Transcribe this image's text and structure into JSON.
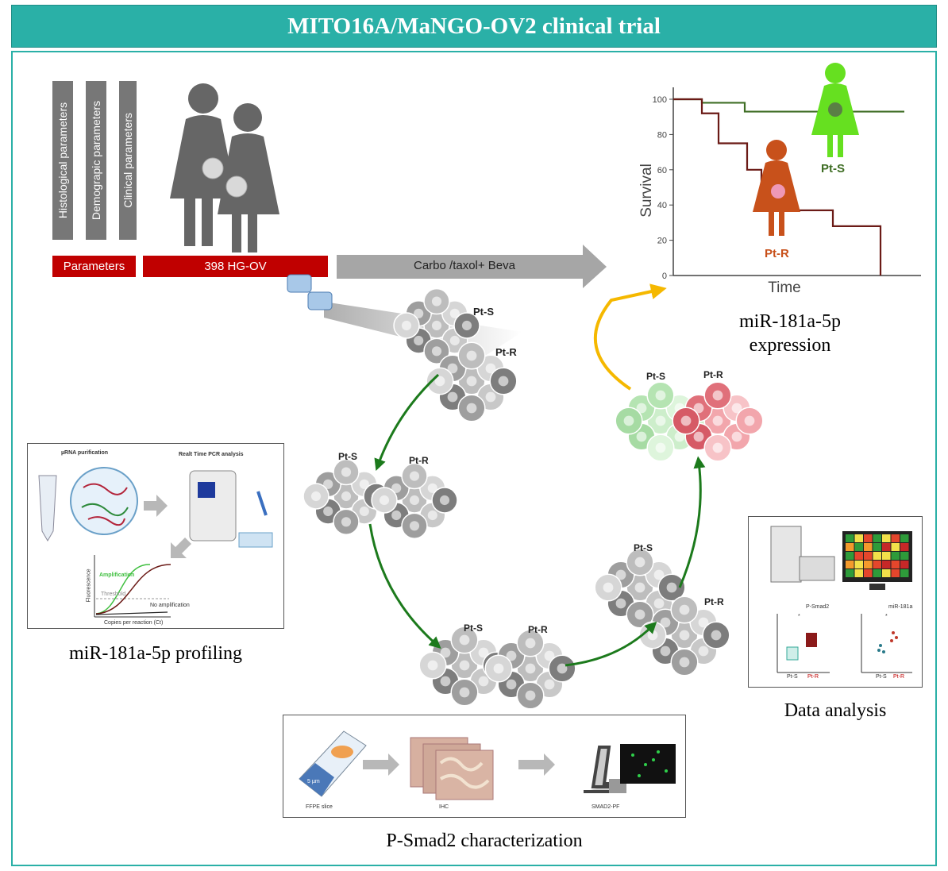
{
  "title": "MITO16A/MaNGO-OV2 clinical trial",
  "parameters": {
    "items": [
      "Histological parameters",
      "Demograpic parameters",
      "Clinical parameters"
    ],
    "label": "Parameters",
    "cohort": "398 HG-OV"
  },
  "treatment": "Carbo /taxol+ Beva",
  "chart_data": {
    "type": "line",
    "xlabel": "Time",
    "ylabel": "Survival",
    "y_ticks": [
      0,
      20,
      40,
      60,
      80,
      100
    ],
    "ylim": [
      0,
      100
    ],
    "series": [
      {
        "name": "Pt-S",
        "color": "#3f6e25",
        "points": [
          [
            0,
            100
          ],
          [
            0.12,
            100
          ],
          [
            0.12,
            98
          ],
          [
            0.3,
            98
          ],
          [
            0.3,
            93
          ],
          [
            0.97,
            93
          ]
        ]
      },
      {
        "name": "Pt-R",
        "color": "#6b1a16",
        "points": [
          [
            0,
            100
          ],
          [
            0.12,
            100
          ],
          [
            0.12,
            92
          ],
          [
            0.19,
            92
          ],
          [
            0.19,
            75
          ],
          [
            0.31,
            75
          ],
          [
            0.31,
            60
          ],
          [
            0.37,
            60
          ],
          [
            0.37,
            45
          ],
          [
            0.48,
            45
          ],
          [
            0.48,
            37
          ],
          [
            0.67,
            37
          ],
          [
            0.67,
            28
          ],
          [
            0.87,
            28
          ],
          [
            0.87,
            0
          ]
        ]
      }
    ]
  },
  "chart_labels": {
    "pt_s": "Pt-S",
    "pt_r": "Pt-R"
  },
  "expression_caption": [
    "miR-181a-5p",
    "expression"
  ],
  "cell_labels": {
    "pt_s": "Pt-S",
    "pt_r": "Pt-R"
  },
  "profiling": {
    "caption": "miR-181a-5p profiling",
    "purification": "µRNA purification",
    "pcr": "Realt Time PCR  analysis",
    "amplification": "Amplification",
    "threshold": "Threshold",
    "no_amplification": "No amplification",
    "fluorescence": "Fluorescence",
    "copies": "Copies per reaction (Ct)"
  },
  "smad": {
    "caption": "P-Smad2 characterization",
    "thickness": "5 µm",
    "ffpe": "FFPE slice",
    "ihc": "IHC",
    "pf": "SMAD2-PF"
  },
  "analysis": {
    "caption": "Data analysis",
    "chart1": "P-Smad2",
    "chart2": "miR-181a",
    "tick_s": "Pt-S",
    "tick_r": "Pt-R",
    "star": "*"
  },
  "colors": {
    "teal": "#2ab0a7",
    "red": "#c00000",
    "green": "#3f6e25",
    "darkred": "#6b1a16",
    "orange": "#c8511b",
    "lime": "#66e020"
  }
}
